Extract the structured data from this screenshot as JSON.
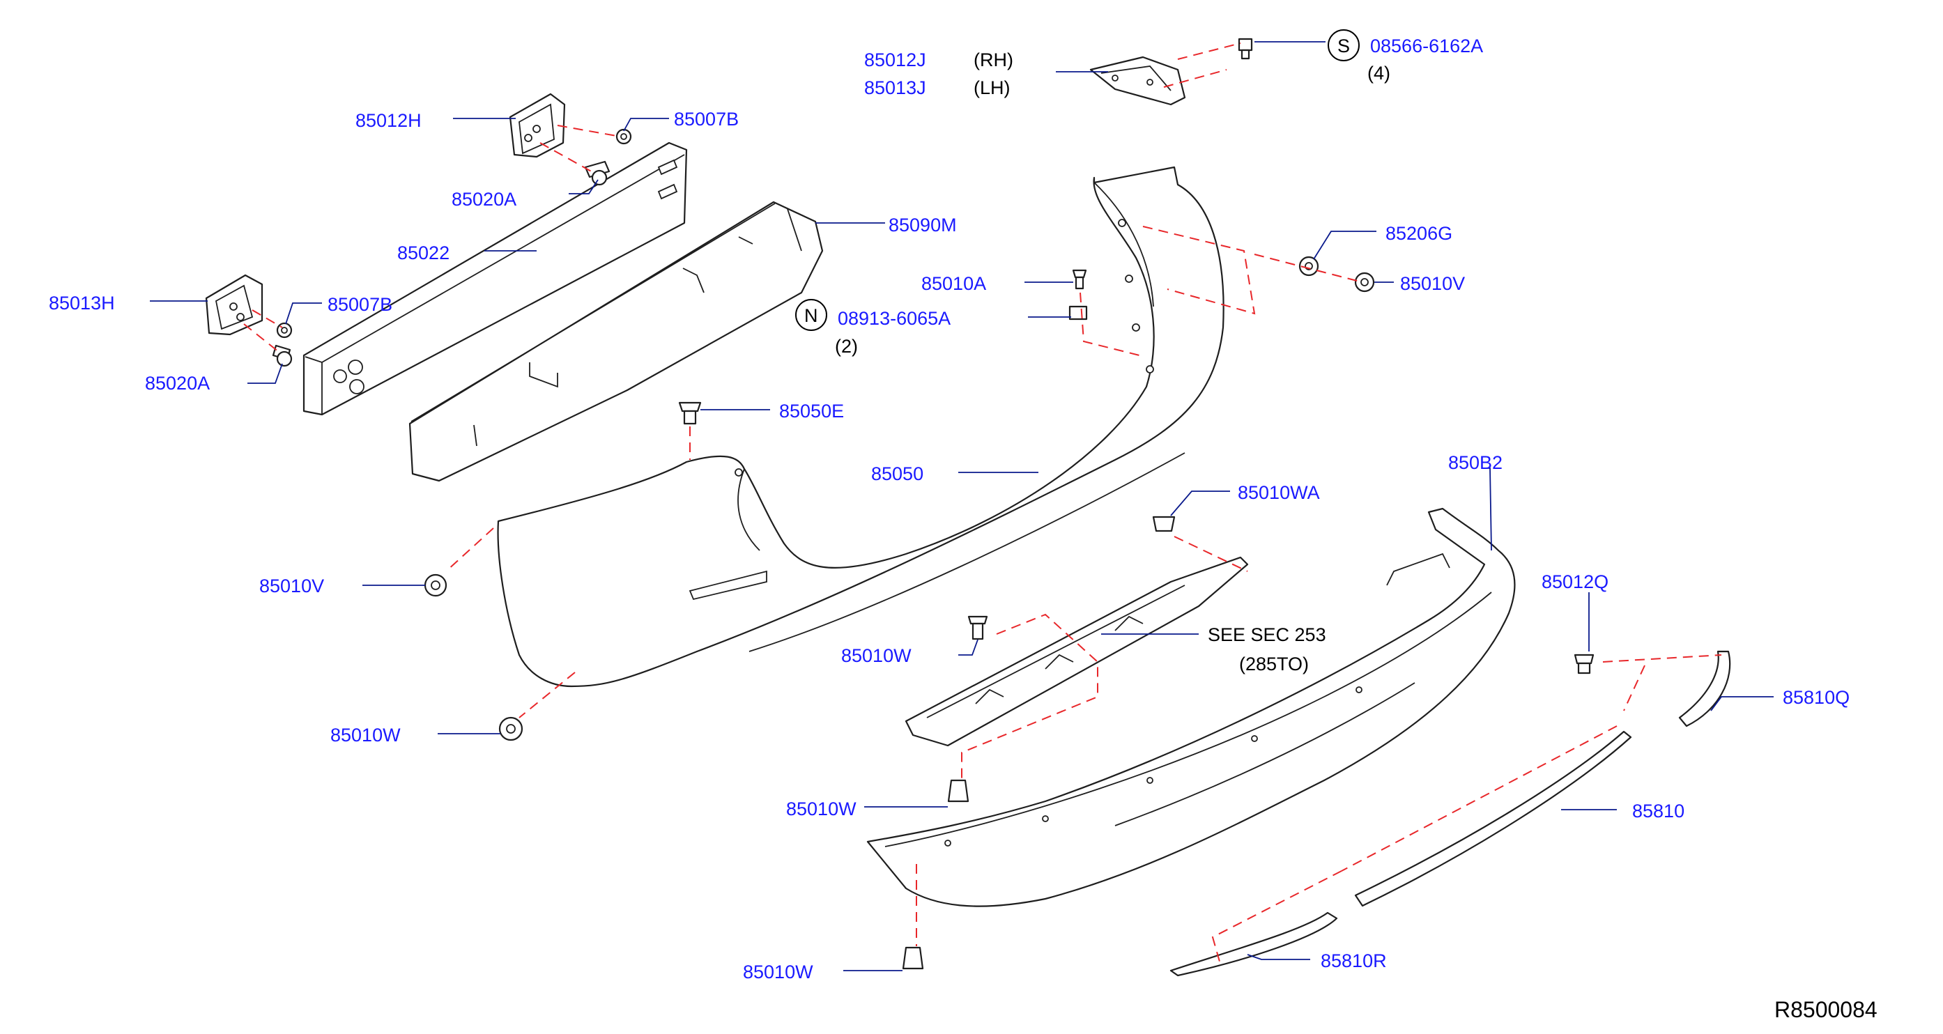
{
  "diagram": {
    "reference_code": "R8500084",
    "part_labels": {
      "p85012J": "85012J",
      "p85013J": "85013J",
      "rh": "(RH)",
      "lh": "(LH)",
      "s_symbol": "S",
      "s_part": "08566-6162A",
      "s_qty": "(4)",
      "p85012H": "85012H",
      "p85007B_top": "85007B",
      "p85020A_top": "85020A",
      "p85022": "85022",
      "p85090M": "85090M",
      "p85013H": "85013H",
      "p85007B_left": "85007B",
      "p85020A_left": "85020A",
      "n_symbol": "N",
      "n_part": "08913-6065A",
      "n_qty": "(2)",
      "p85010A": "85010A",
      "p85206G": "85206G",
      "p85010V_right": "85010V",
      "p85050E": "85050E",
      "p85050": "85050",
      "p85010WA": "85010WA",
      "p850B2": "850B2",
      "p85010V_left": "85010V",
      "see_sec": "SEE   SEC   253",
      "see_code": "(285TO)",
      "p85010W_mid": "85010W",
      "p85012Q": "85012Q",
      "p85810Q": "85810Q",
      "p85010W_left": "85010W",
      "p85010W_center": "85010W",
      "p85810": "85810",
      "p85010W_bottom": "85010W",
      "p85810R": "85810R"
    }
  }
}
